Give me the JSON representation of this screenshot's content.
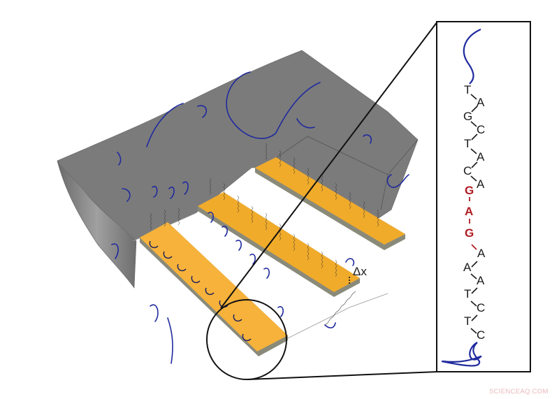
{
  "figure": {
    "description": "DNA hybridization on interdigitated gold electrodes inside a microfluidic channel, with magnified view of probe-target duplex",
    "colors": {
      "channel_block": "#7b7b7b",
      "channel_side": "#8e8e8e",
      "electrode_gold": "#f1ab2a",
      "electrode_edge": "#8a8a7a",
      "dna_target_strand": "#1f2a9e",
      "dna_probe_strand": "#3a3a3a",
      "mismatch_highlight": "#b01c22",
      "outline": "#111111"
    },
    "electrodes": [
      {
        "name": "electrode-1",
        "label": ""
      },
      {
        "name": "electrode-2",
        "label": ""
      },
      {
        "name": "electrode-3",
        "label": ""
      }
    ],
    "spacing_label": "Δx",
    "magnifier": {
      "label": "magnified region"
    }
  },
  "detail_panel": {
    "pairs": [
      {
        "left": "T",
        "right": "A",
        "mismatch": false
      },
      {
        "left": "G",
        "right": "C",
        "mismatch": false
      },
      {
        "left": "T",
        "right": "A",
        "mismatch": false
      },
      {
        "left": "C",
        "right": "A",
        "mismatch": false
      }
    ],
    "mismatch_bases": [
      "G",
      "A",
      "G"
    ],
    "pairs_after": [
      {
        "left": "A",
        "right": "A"
      },
      {
        "left": "T",
        "right": "C"
      },
      {
        "left": "T",
        "right": "C"
      }
    ],
    "top_right_after_mismatch": "A"
  },
  "watermark": "SCIENCEAQ.COM"
}
